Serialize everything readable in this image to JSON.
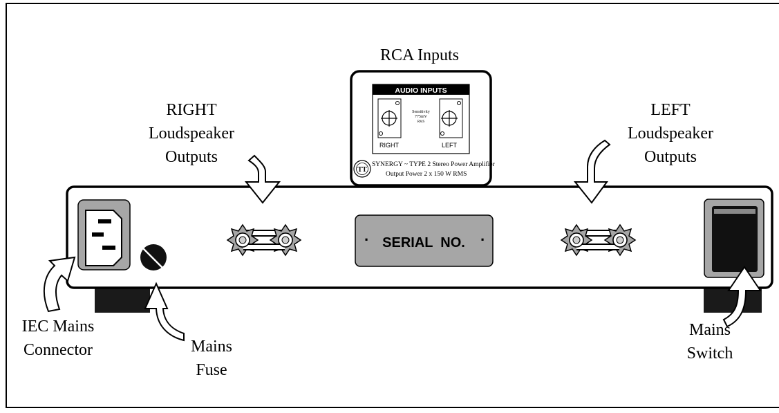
{
  "labels": {
    "rca_inputs": "RCA Inputs",
    "right_outputs": [
      "RIGHT",
      "Loudspeaker",
      "Outputs"
    ],
    "left_outputs": [
      "LEFT",
      "Loudspeaker",
      "Outputs"
    ],
    "iec_connector": [
      "IEC Mains",
      "Connector"
    ],
    "mains_fuse": [
      "Mains",
      "Fuse"
    ],
    "mains_switch": [
      "Mains",
      "Switch"
    ]
  },
  "input_panel": {
    "header": "AUDIO INPUTS",
    "right_label": "RIGHT",
    "left_label": "LEFT",
    "sensitivity": [
      "Sensitivity",
      "775mV",
      "RMS"
    ],
    "product_line": "SYNERGY ~ TYPE 2 Stereo Power Amplifier",
    "power_line": "Output Power 2 x 150 W RMS",
    "logo_text": "TT"
  },
  "serial_plate": {
    "text": "SERIAL  NO.",
    "dot": "·"
  },
  "colors": {
    "panel_fill": "#ffffff",
    "plate_fill": "#a6a6a6",
    "connector_fill": "#a6a6a6",
    "foot_fill": "#1a1a1a",
    "line": "#000000"
  }
}
